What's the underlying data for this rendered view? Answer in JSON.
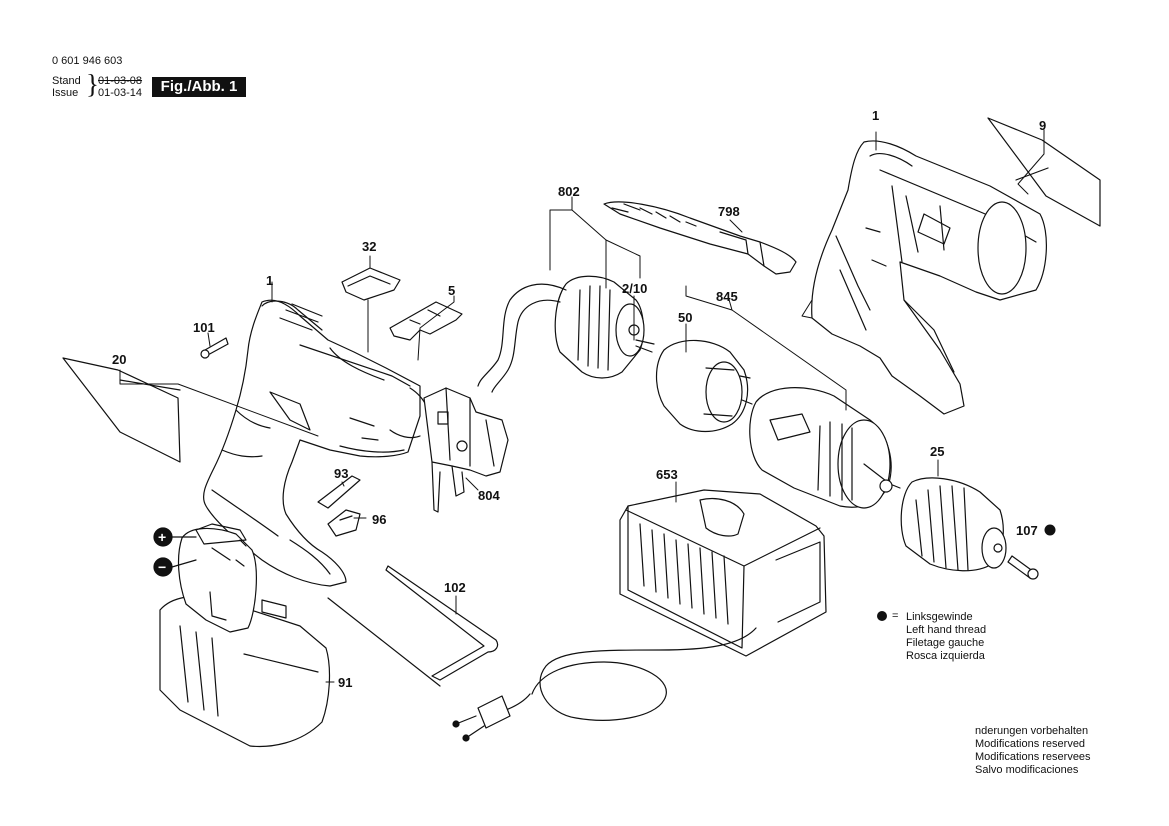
{
  "header": {
    "part_number": "0 601 946 603",
    "stand_label": "Stand",
    "issue_label": "Issue",
    "stand_date": "01-03-08",
    "issue_date": "01-03-14",
    "figure_label": "Fig./Abb. 1"
  },
  "callouts": {
    "c1_left": "1",
    "c1_right": "1",
    "c9": "9",
    "c20": "20",
    "c32": "32",
    "c5": "5",
    "c101": "101",
    "c802": "802",
    "c798": "798",
    "c2_10": "2/10",
    "c50": "50",
    "c845": "845",
    "c93": "93",
    "c96": "96",
    "c804": "804",
    "c653": "653",
    "c25": "25",
    "c107": "107",
    "c102": "102",
    "c91": "91"
  },
  "battery_terminals": {
    "plus": "+",
    "minus": "−"
  },
  "legend": {
    "equals": "=",
    "lines": [
      "Linksgewinde",
      "Left hand thread",
      "Filetage gauche",
      "Rosca izquierda"
    ]
  },
  "modifications": [
    "nderungen vorbehalten",
    "Modifications reserved",
    "Modifications reservees",
    "Salvo modificaciones"
  ]
}
